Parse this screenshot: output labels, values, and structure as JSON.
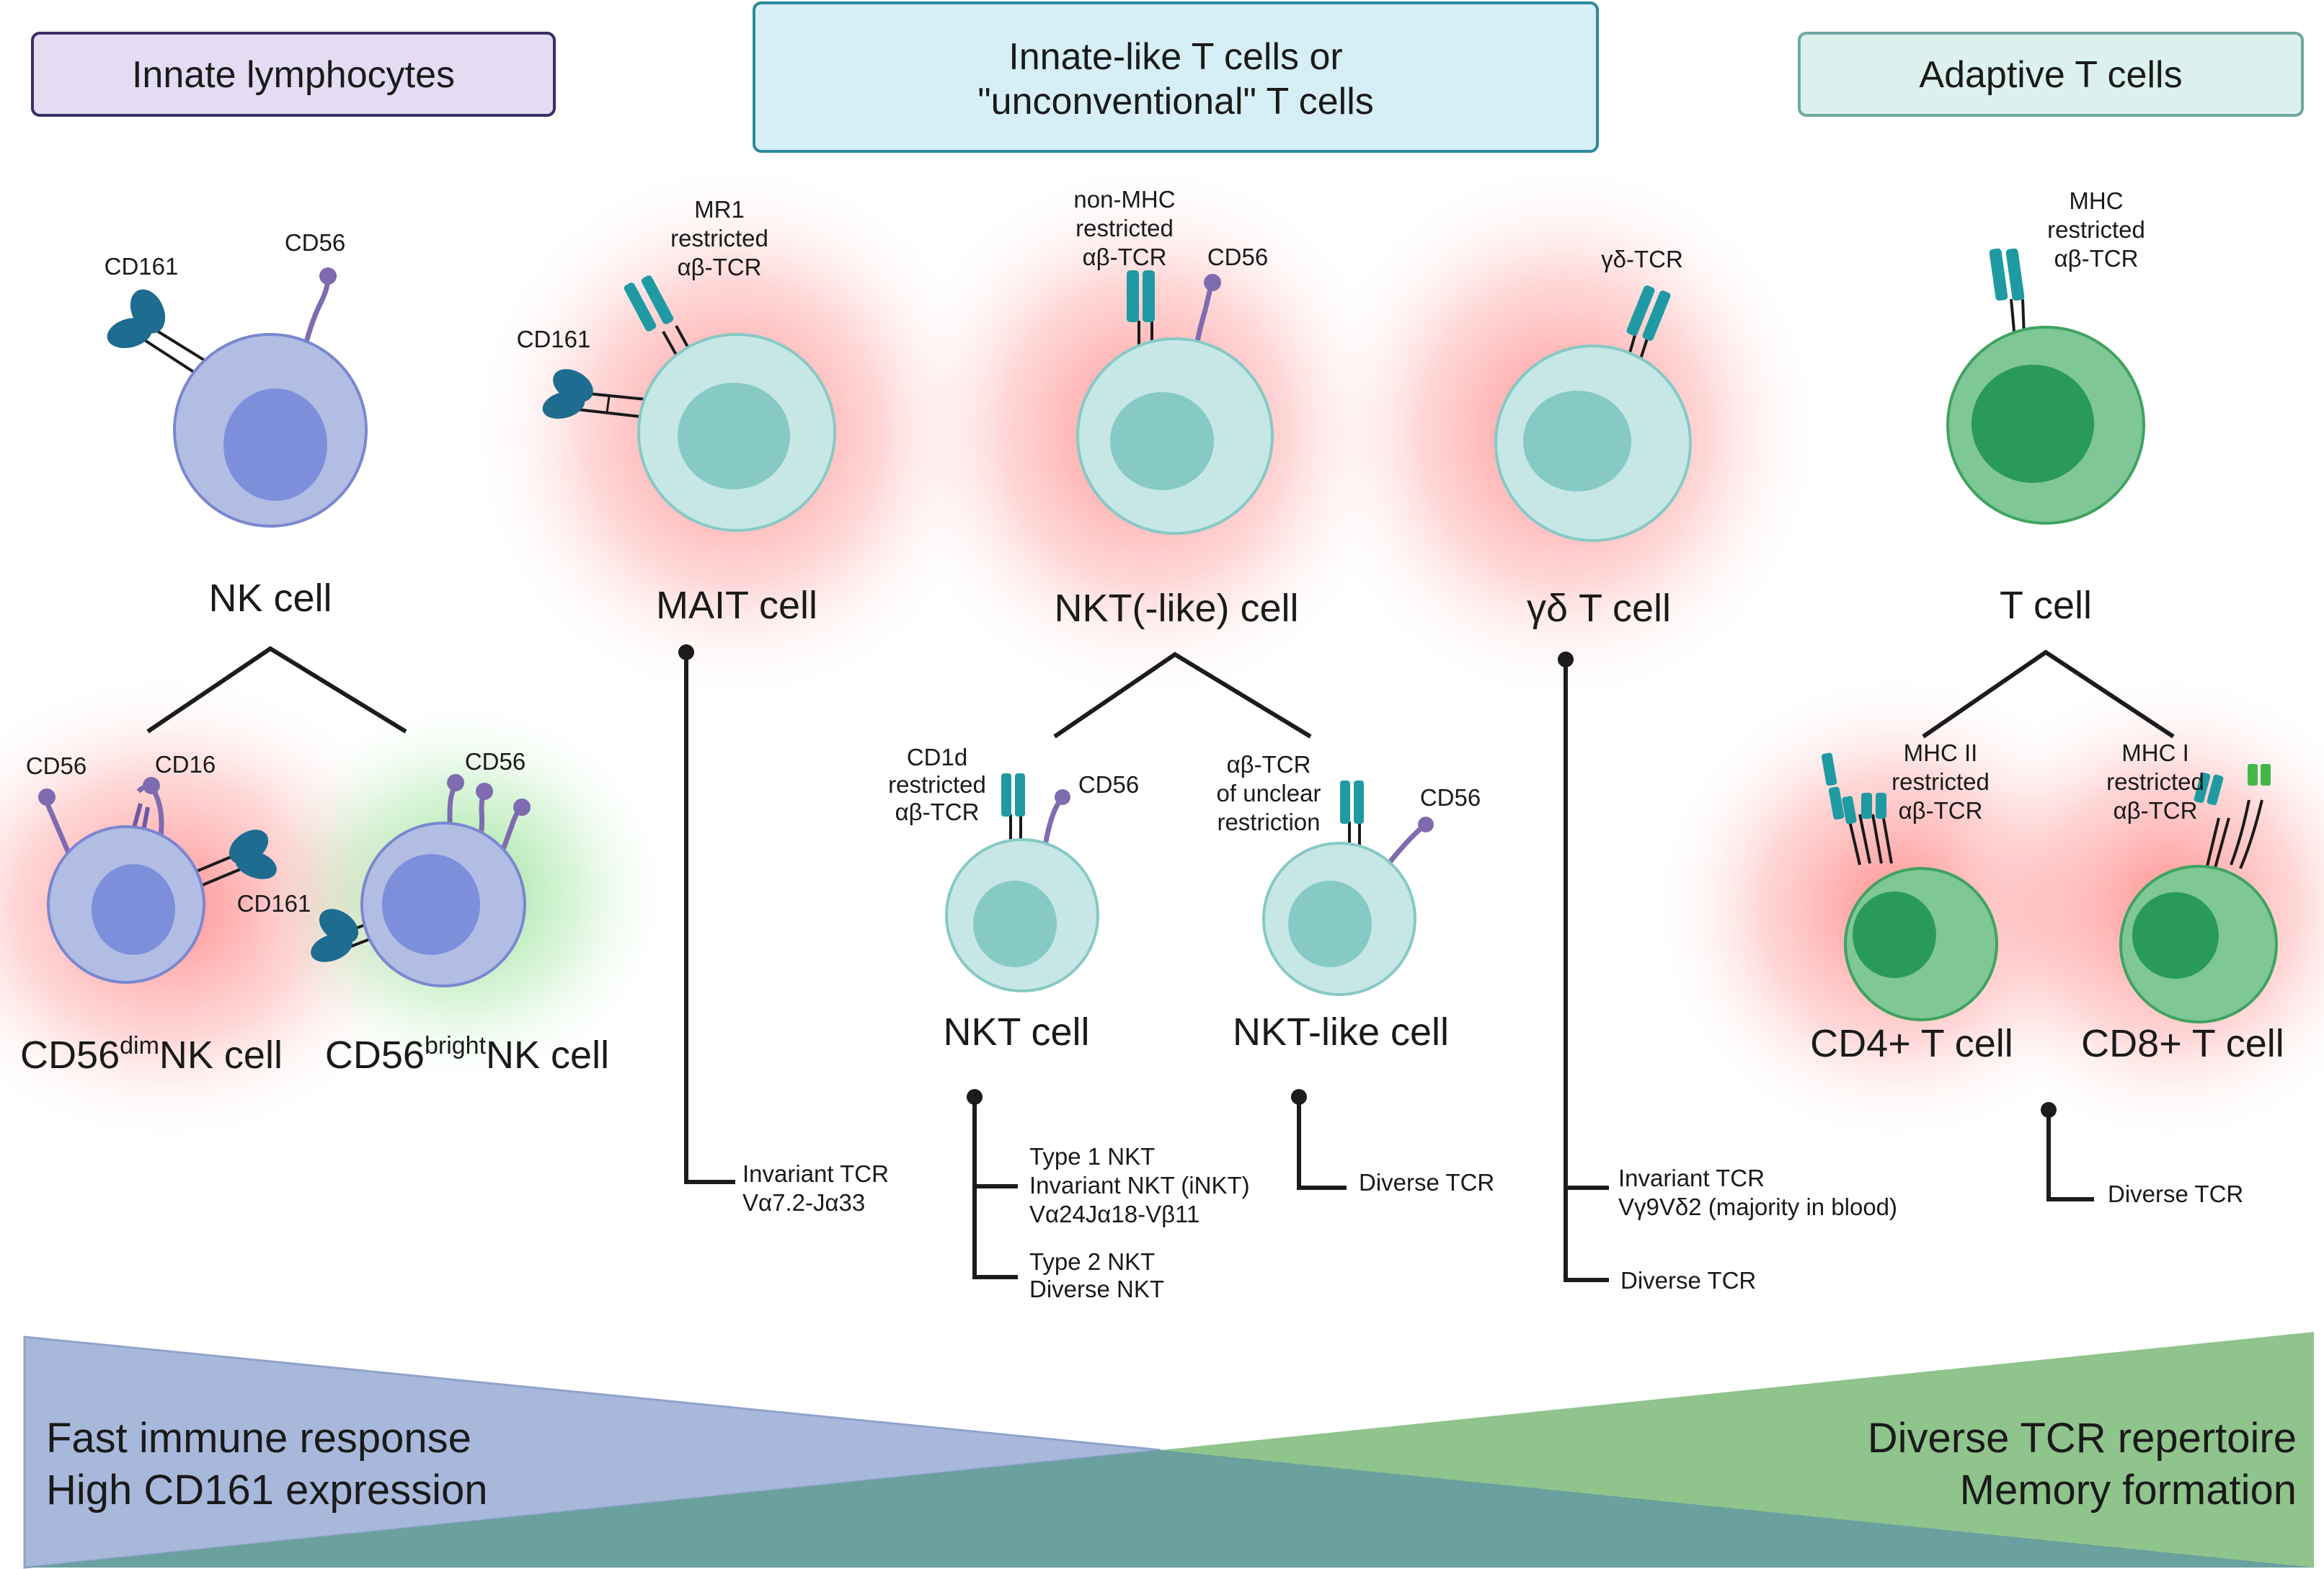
{
  "headers": {
    "innate": "Innate lymphocytes",
    "innate_like_line1": "Innate-like T cells or",
    "innate_like_line2": "\"unconventional\" T cells",
    "adaptive": "Adaptive T cells"
  },
  "cells": {
    "nk": {
      "name": "NK cell",
      "cd161": "CD161",
      "cd56": "CD56"
    },
    "mait": {
      "name": "MAIT cell",
      "tcr": [
        "MR1",
        "restricted",
        "αβ-TCR"
      ],
      "cd161": "CD161",
      "notes": [
        "Invariant TCR",
        "Vα7.2-Jα33"
      ]
    },
    "nkt_like_group": {
      "name": "NKT(-like) cell",
      "tcr": [
        "non-MHC",
        "restricted",
        "αβ-TCR"
      ],
      "cd56": "CD56"
    },
    "gd": {
      "name": "γδ T cell",
      "tcr": "γδ-TCR",
      "notes": [
        "Invariant TCR",
        "Vγ9Vδ2 (majority in blood)"
      ],
      "diverse": "Diverse TCR"
    },
    "t": {
      "name": "T cell",
      "tcr": [
        "MHC",
        "restricted",
        "αβ-TCR"
      ]
    },
    "cd56dim": {
      "name_prefix": "CD56",
      "name_sup": "dim",
      "name_suffix": "NK cell",
      "cd56": "CD56",
      "cd16": "CD16",
      "cd161": "CD161"
    },
    "cd56bright": {
      "name_prefix": "CD56",
      "name_sup": "bright",
      "name_suffix": "NK cell",
      "cd56": "CD56"
    },
    "nkt": {
      "name": "NKT cell",
      "tcr": [
        "CD1d",
        "restricted",
        "αβ-TCR"
      ],
      "cd56": "CD56",
      "type1": [
        "Type 1 NKT",
        "Invariant NKT (iNKT)",
        "Vα24Jα18-Vβ11"
      ],
      "type2": [
        "Type 2 NKT",
        "Diverse NKT"
      ]
    },
    "nktlike": {
      "name": "NKT-like cell",
      "tcr": [
        "αβ-TCR",
        "of unclear",
        "restriction"
      ],
      "cd56": "CD56",
      "notes": "Diverse TCR"
    },
    "cd4": {
      "name": "CD4+ T cell",
      "tcr": [
        "MHC II",
        "restricted",
        "αβ-TCR"
      ]
    },
    "cd8": {
      "name": "CD8+ T cell",
      "tcr": [
        "MHC I",
        "restricted",
        "αβ-TCR"
      ],
      "notes": "Diverse TCR"
    }
  },
  "gradient": {
    "left_line1": "Fast immune response",
    "left_line2": "High CD161 expression",
    "right_line1": "Diverse TCR repertoire",
    "right_line2": "Memory formation"
  },
  "colors": {
    "innate_header_fill": "#e3dcf3",
    "innate_header_stroke": "#3b2f63",
    "innate_like_header_fill": "#d6eef5",
    "innate_like_header_stroke": "#2b8a9a",
    "adaptive_header_fill": "#dcf1ee",
    "adaptive_header_stroke": "#6fa8a0",
    "nk_cell": "#b2bde3",
    "nk_nucleus": "#7d8fdb",
    "innate_like_cell": "#c6e7e6",
    "innate_like_nucleus": "#86c9c5",
    "t_cell": "#7fc797",
    "t_nucleus": "#2a9a58",
    "tcr": "#1f9aa3",
    "cd56": "#7f6bb0",
    "cd161": "#1e6c8f",
    "red_glow": "#ff8c8c",
    "green_glow": "#8fe08f",
    "left_triangle": "#a8b8db",
    "right_triangle": "#8fc48c",
    "overlap": "#6aa09e"
  }
}
